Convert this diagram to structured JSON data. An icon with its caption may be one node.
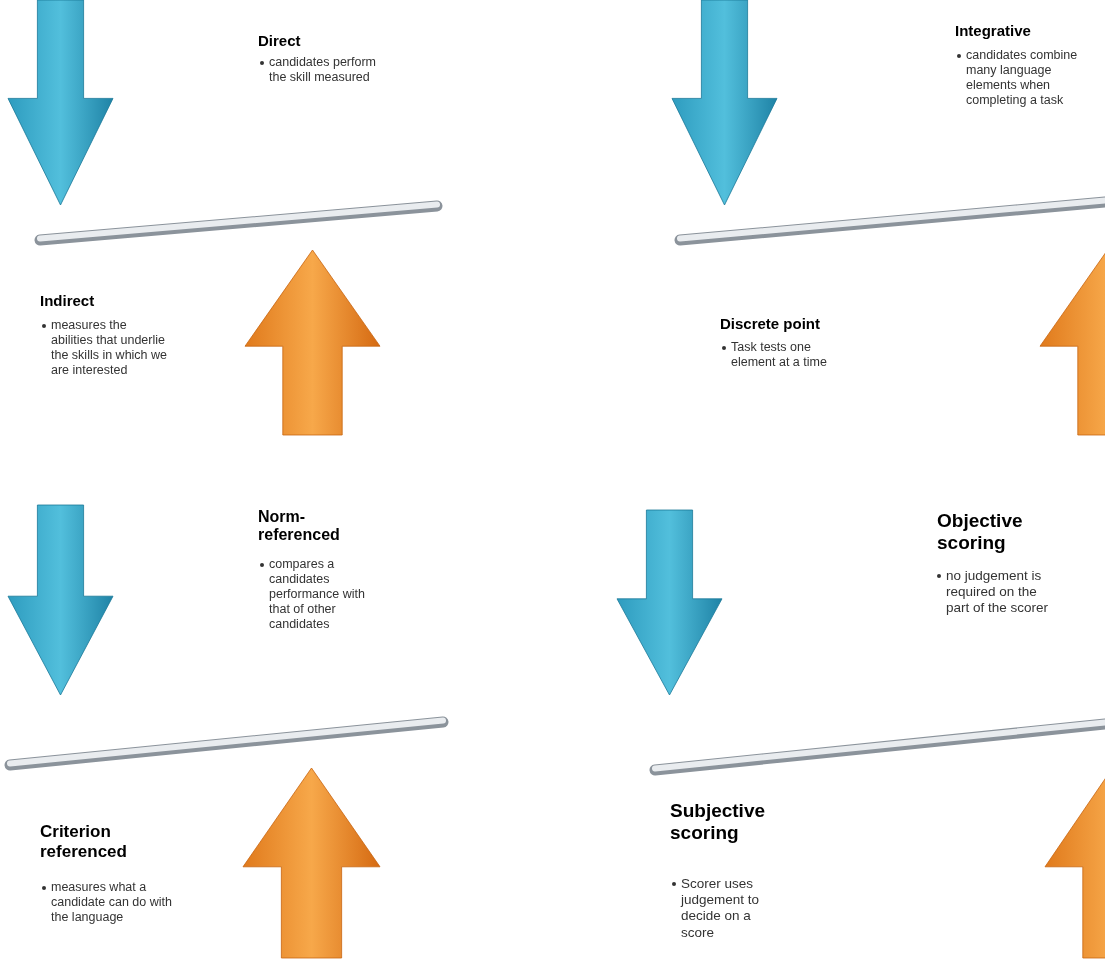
{
  "diagram": {
    "labels": [
      "Direct",
      "candidates perform the skill measured",
      "Integrative",
      "candidates combine many language elements when completing a task",
      "Indirect",
      "measures the abilities that underlie the skills in which we are interested",
      "Discrete point",
      "Task tests one element at a time",
      "Norm-referenced",
      "compares a candidates performance with that of other candidates",
      "Objective scoring",
      "no judgement is required on the part of the scorer",
      "Criterion referenced",
      "measures what a candidate can do with the language",
      "Subjective scoring",
      "Scorer uses judgement to decide on a score"
    ]
  }
}
